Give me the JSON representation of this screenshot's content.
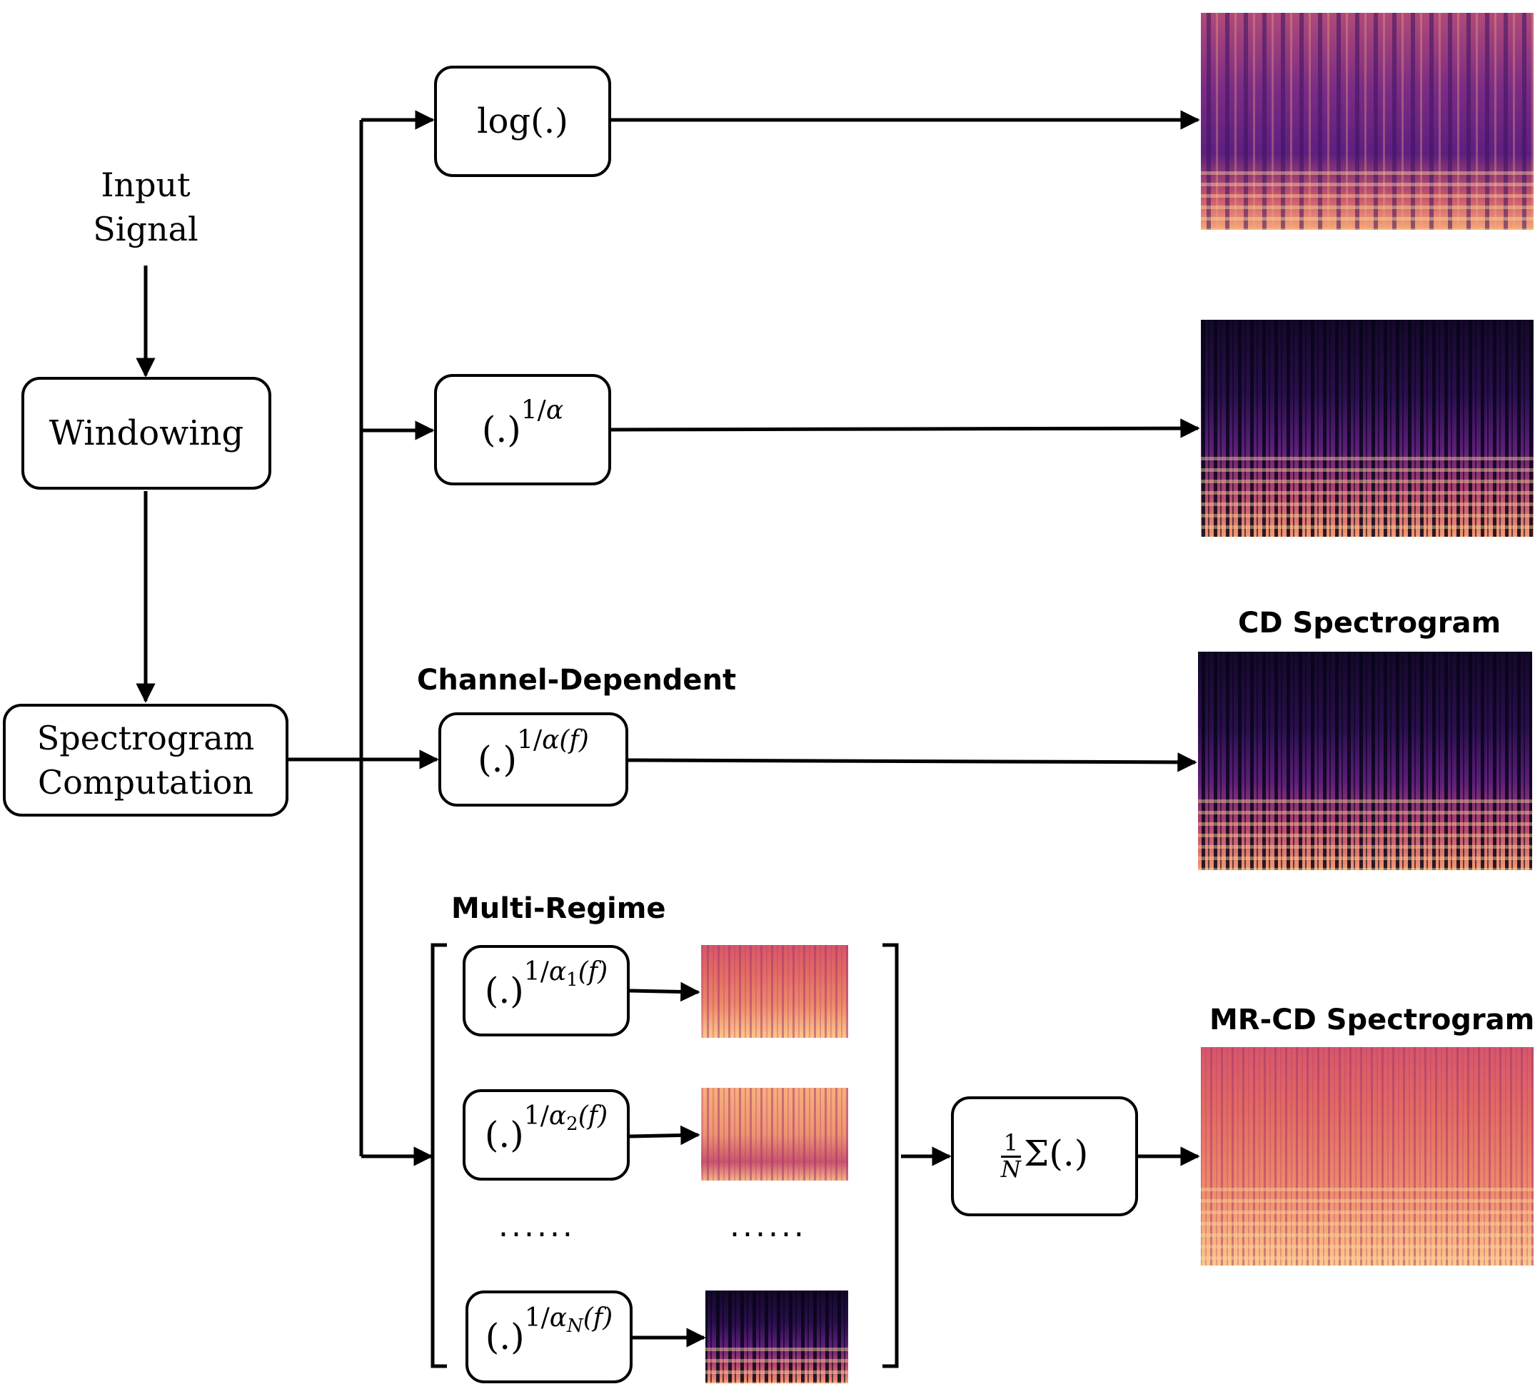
{
  "labels": {
    "input_signal": "Input Signal",
    "windowing": "Windowing",
    "spectrogram_computation": "Spectrogram Computation",
    "log_op": "log(.)",
    "cd_title": "Channel-Dependent",
    "mr_title": "Multi-Regime",
    "cd_spectrogram": "CD Spectrogram",
    "mrcd_spectrogram": "MR-CD Spectrogram",
    "ellipsis": "......"
  },
  "math": {
    "paren": "(.)",
    "power_prefix": "1/",
    "alpha": "α",
    "f_arg": "(f)",
    "sub_1": "1",
    "sub_2": "2",
    "sub_N": "N",
    "frac_num": "1",
    "frac_den": "N",
    "sum_op": "Σ(.)"
  },
  "colors": {
    "line": "#000000",
    "magma_dark": "#1c0b3b",
    "magma_purple": "#5a1f78",
    "magma_magenta": "#a3386f",
    "magma_orange": "#e5735c",
    "magma_light": "#fcc88e"
  }
}
